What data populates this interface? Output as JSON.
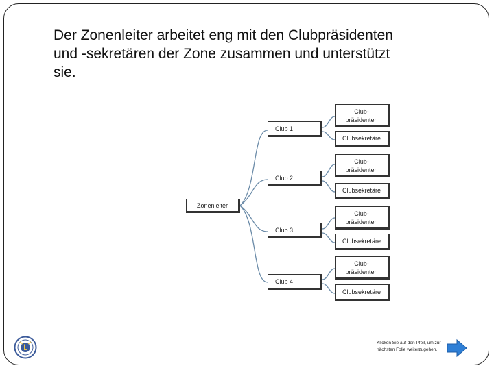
{
  "title": "Der Zonenleiter arbeitet eng mit den Clubpräsidenten und -sekretären der Zone zusammen und unterstützt sie.",
  "org_chart": {
    "root": "Zonenleiter",
    "clubs": [
      {
        "label": "Club 1",
        "president": "Club-\npräsidenten",
        "secretary": "Clubsekretäre"
      },
      {
        "label": "Club 2",
        "president": "Club-\npräsidenten",
        "secretary": "Clubsekretäre"
      },
      {
        "label": "Club 3",
        "president": "Club-\npräsidenten",
        "secretary": "Clubsekretäre"
      },
      {
        "label": "Club 4",
        "president": "Club-\npräsidenten",
        "secretary": "Clubsekretäre"
      }
    ]
  },
  "footer": {
    "hint": "Klicken Sie auf den Pfeil, um zur nächsten Folie weiterzugehen."
  },
  "colors": {
    "line": "#6b8ba8",
    "arrow": "#2e7fd6"
  }
}
